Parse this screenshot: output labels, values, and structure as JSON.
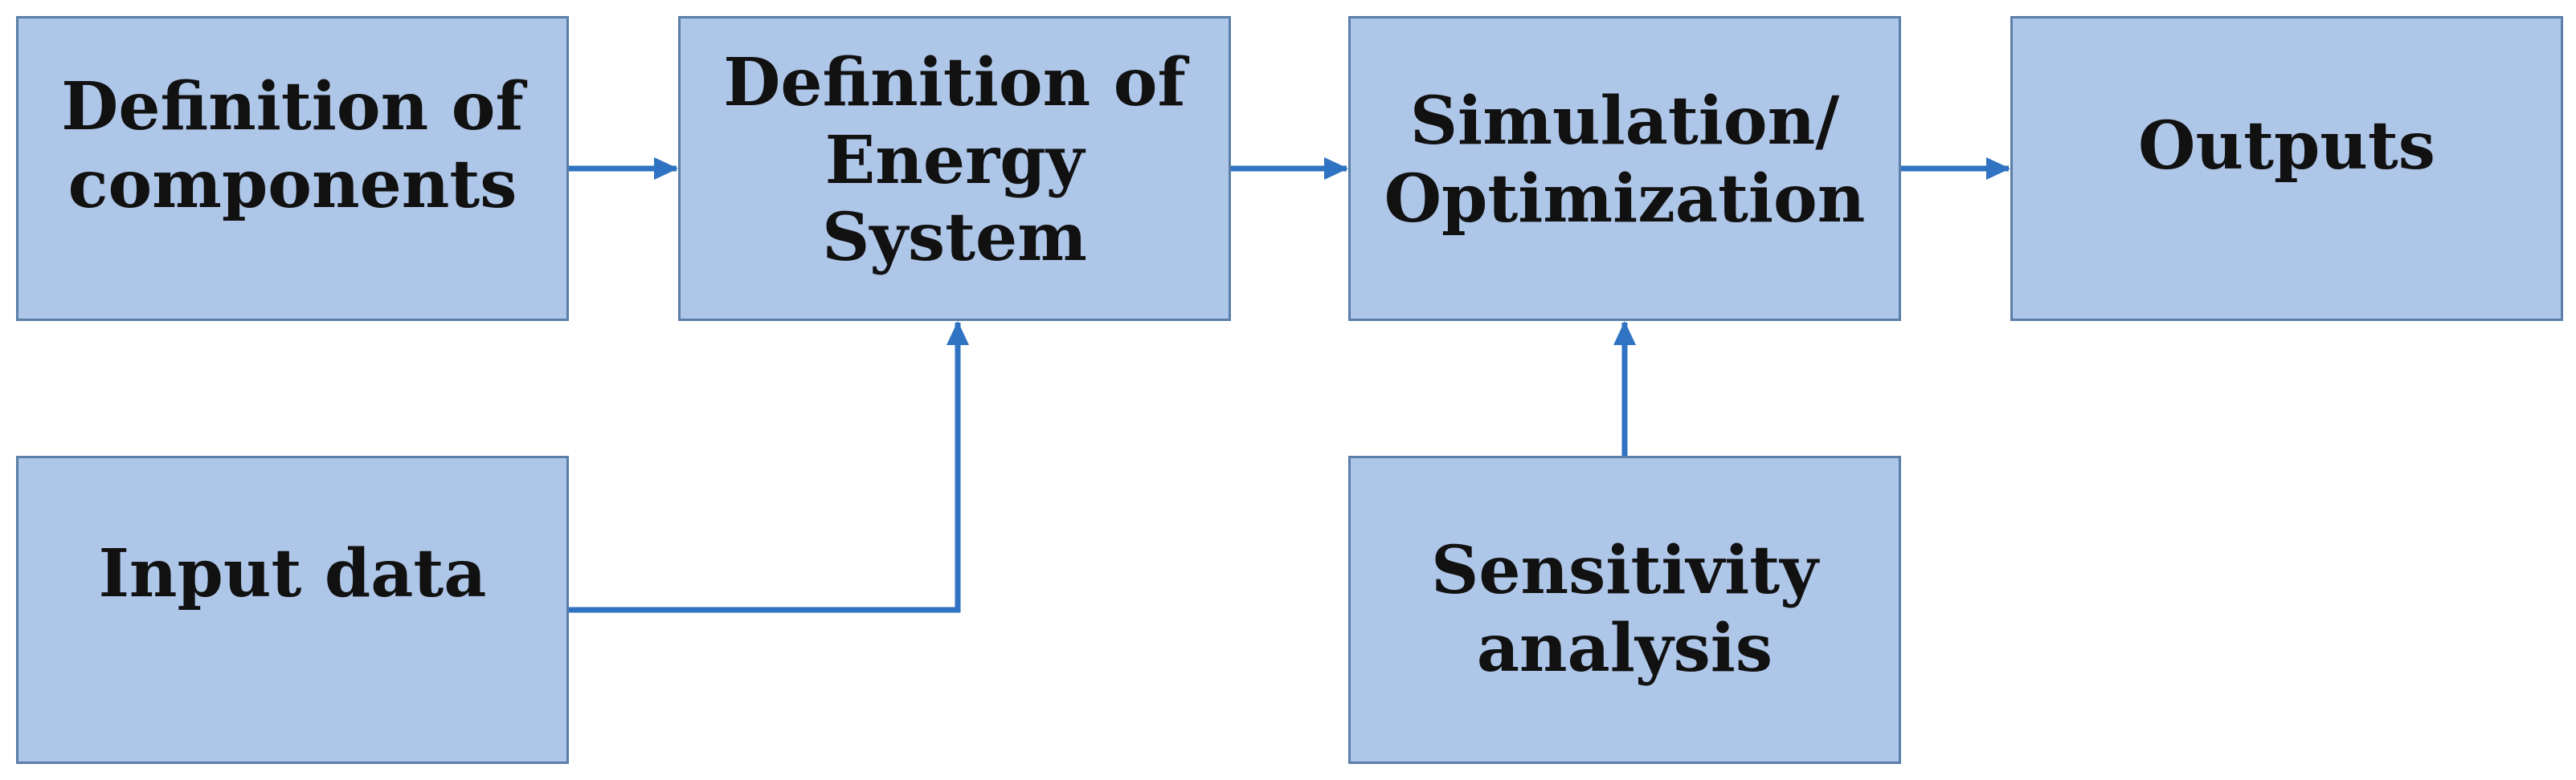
{
  "colors": {
    "box_fill": "#aec6e8",
    "box_border": "#5b7fa8",
    "arrow": "#2f73c2",
    "text": "#111111"
  },
  "nodes": {
    "components": "Definition of\ncomponents",
    "energy_system": "Definition of\nEnergy\nSystem",
    "simulation": "Simulation/\nOptimization",
    "outputs": "Outputs",
    "input_data": "Input data",
    "sensitivity": "Sensitivity\nanalysis"
  }
}
